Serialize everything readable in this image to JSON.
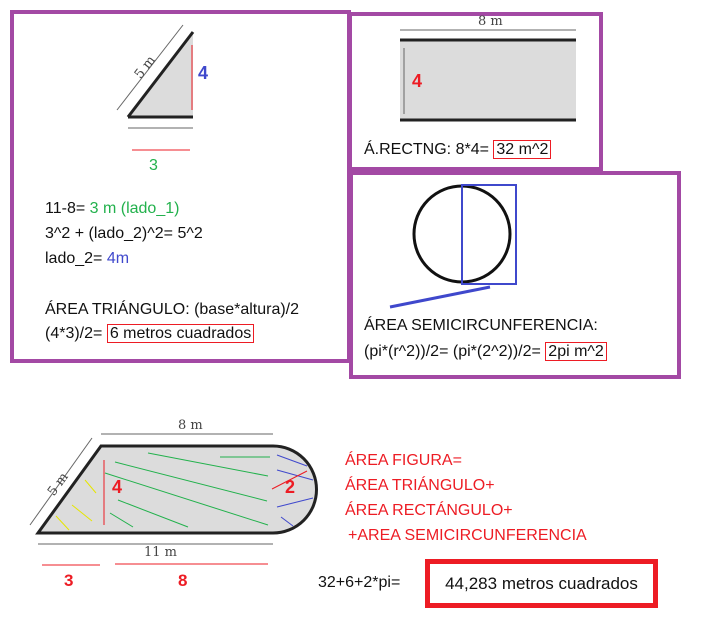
{
  "colors": {
    "panel_border": "#a349a4",
    "red": "#ed1c24",
    "green": "#22b14c",
    "blue": "#3f48cc"
  },
  "triangle_panel": {
    "hyp_label": "5 m",
    "height_label": "4",
    "base_label": "3",
    "line1_prefix": "11-8= ",
    "line1_value": "3 m (lado_1)",
    "line2": "3^2 + (lado_2)^2= 5^2",
    "line3_prefix": "lado_2= ",
    "line3_value": "4m",
    "line4": "ÁREA TRIÁNGULO: (base*altura)/2",
    "line5_prefix": "(4*3)/2= ",
    "line5_result": "6 metros cuadrados"
  },
  "rect_panel": {
    "width_label": "8 m",
    "height_label": "4",
    "formula": "Á.RECTNG: 8*4= ",
    "result": "32 m^2"
  },
  "semi_panel": {
    "line1": "ÁREA SEMICIRCUNFERENCIA:",
    "line2_prefix": "(pi*(r^2))/2= (pi*(2^2))/2= ",
    "result": "2pi m^2"
  },
  "figure": {
    "top_label": "8 m",
    "hyp_label": "5 m",
    "bottom_label": "11 m",
    "height_label": "4",
    "radius_label": "2",
    "seg1_label": "3",
    "seg2_label": "8"
  },
  "summary": {
    "lines": [
      "ÁREA FIGURA=",
      "ÁREA TRIÁNGULO+",
      "ÁREA RECTÁNGULO+",
      "+AREA SEMICIRCUNFERENCIA"
    ],
    "equation": "32+6+2*pi=",
    "result": "44,283 metros cuadrados"
  }
}
